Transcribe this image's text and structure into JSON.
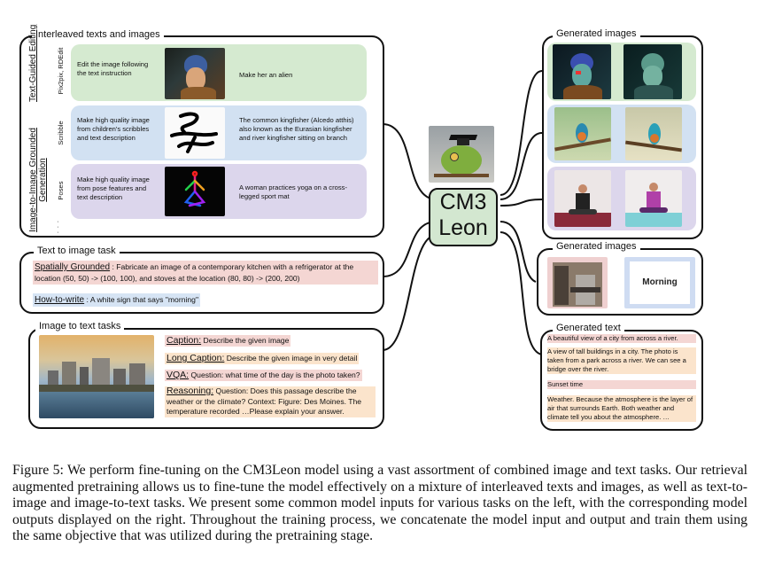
{
  "interleaved": {
    "title": "Interleaved texts and images",
    "group_text_guided": "Text-Guided Editing",
    "group_image_to_image": "Image-to-Image Grounded Generation",
    "rows": [
      {
        "side_label": "Pix2pix, RDEdit",
        "instruction": "Edit the image following the text instruction",
        "text": "Make her an alien"
      },
      {
        "side_label": "Scribble",
        "instruction": "Make high quality image from children's scribbles and text description",
        "text": "The common kingfisher (Alcedo atthis) also known as the Eurasian kingfisher and river kingfisher sitting on branch"
      },
      {
        "side_label": "Poses",
        "instruction": "Make high quality image from pose features and text description",
        "text": "A woman practices yoga on a cross-legged sport mat"
      }
    ],
    "ellipsis": "..."
  },
  "text_to_image": {
    "title": "Text to image task",
    "spatial_label": "Spatially Grounded",
    "spatial_text": " : Fabricate an image of a contemporary kitchen with a refrigerator at the location (50, 50) -> (100, 100), and stoves at the location (80, 80) -> (200, 200)",
    "howto_label": "How-to-write",
    "howto_text": " : A white sign that says \"morning\""
  },
  "image_to_text": {
    "title": "Image to text tasks",
    "tasks": [
      {
        "label": "Caption:",
        "text": " Describe the given image"
      },
      {
        "label": "Long Caption:",
        "text": " Describe the given image in very detail"
      },
      {
        "label": "VQA:",
        "text": " Question: what time of the day is the photo taken?"
      },
      {
        "label": "Reasoning:",
        "text": " Question: Does this passage describe the weather or the climate? Context: Figure: Des Moines. The temperature recorded …Please explain your answer."
      }
    ]
  },
  "center": {
    "line1": "CM3",
    "line2": "Leon"
  },
  "generated_images_top": {
    "title": "Generated images"
  },
  "generated_images_mid": {
    "title": "Generated images",
    "sign_text": "Morning"
  },
  "generated_text": {
    "title": "Generated text",
    "items": [
      "A beautiful view of a city from across a river.",
      "A view of tall buildings in a city. The photo is taken from a park across a river. We can see a bridge over the river.",
      "Sunset time",
      "Weather. Because the atmosphere is the layer of air that surrounds Earth. Both weather and climate tell you about the atmosphere. …"
    ]
  },
  "figure_caption": "Figure 5: We perform fine-tuning on the CM3Leon model using a vast assortment of combined image and text tasks. Our retrieval augmented pretraining allows us to fine-tune the model effectively on a mixture of interleaved texts and images, as well as text-to-image and image-to-text tasks. We present some common model inputs for various tasks on the left, with the corresponding model outputs displayed on the right. Throughout the training process, we concatenate the model input and output and train them using the same objective that was utilized during the pretraining stage."
}
